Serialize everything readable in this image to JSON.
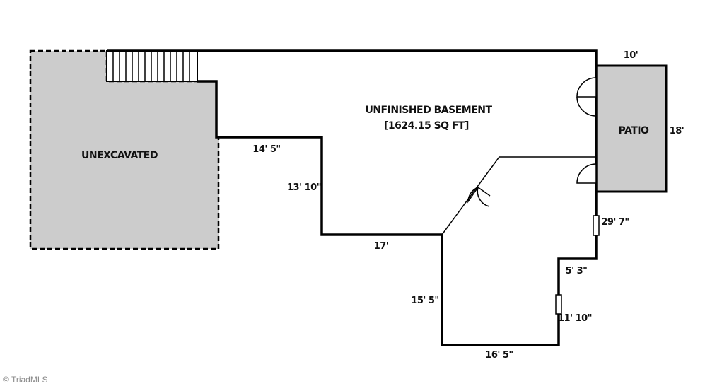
{
  "rooms": {
    "unexcavated": "UNEXCAVATED",
    "basement_title": "UNFINISHED BASEMENT",
    "basement_area": "[1624.15 SQ FT]",
    "patio": "PATIO"
  },
  "dimensions": {
    "patio_width": "10'",
    "patio_depth": "18'",
    "wall_14_5": "14' 5\"",
    "wall_13_10": "13' 10\"",
    "wall_17": "17'",
    "wall_29_7": "29' 7\"",
    "wall_5_3": "5' 3\"",
    "wall_15_5": "15' 5\"",
    "wall_11_10": "11' 10\"",
    "wall_16_5": "16' 5\""
  },
  "colors": {
    "wall": "#000000",
    "unexcavated_fill": "#cccccc",
    "patio_fill": "#cccccc"
  },
  "watermark": "© TriadMLS"
}
